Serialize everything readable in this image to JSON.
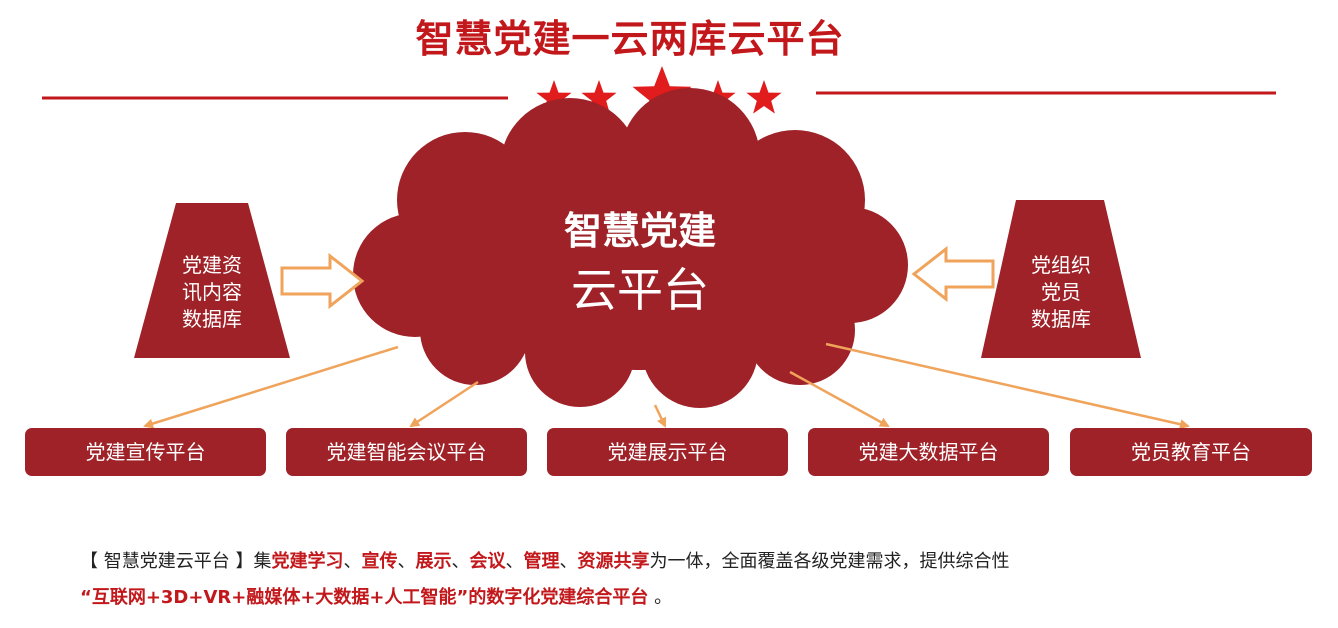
{
  "title": "智慧党建一云两库云平台",
  "colors": {
    "accent_red": "#c2181b",
    "dark_red": "#9e2228",
    "arrow_orange": "#f0a35a"
  },
  "cloud": {
    "line1": "智慧党建",
    "line2": "云平台"
  },
  "left_db": {
    "line1": "党建资",
    "line2": "讯内容",
    "line3": "数据库"
  },
  "right_db": {
    "line1": "党组织",
    "line2": "党员",
    "line3": "数据库"
  },
  "platforms": [
    "党建宣传平台",
    "党建智能会议平台",
    "党建展示平台",
    "党建大数据平台",
    "党员教育平台"
  ],
  "description": {
    "p1": "【 智慧党建云平台 】集",
    "h1": "党建学习",
    "s1": "、",
    "h2": "宣传",
    "s2": "、",
    "h3": "展示",
    "s3": "、",
    "h4": "会议",
    "s4": "、",
    "h5": "管理",
    "s5": "、",
    "h6": "资源共享",
    "p2": "为一体，全面覆盖各级党建需求，提供综合性",
    "h7": "“互联网+3D+VR+融媒体+大数据+人工智能”的数字化党建综合平台",
    "p3": "。"
  }
}
